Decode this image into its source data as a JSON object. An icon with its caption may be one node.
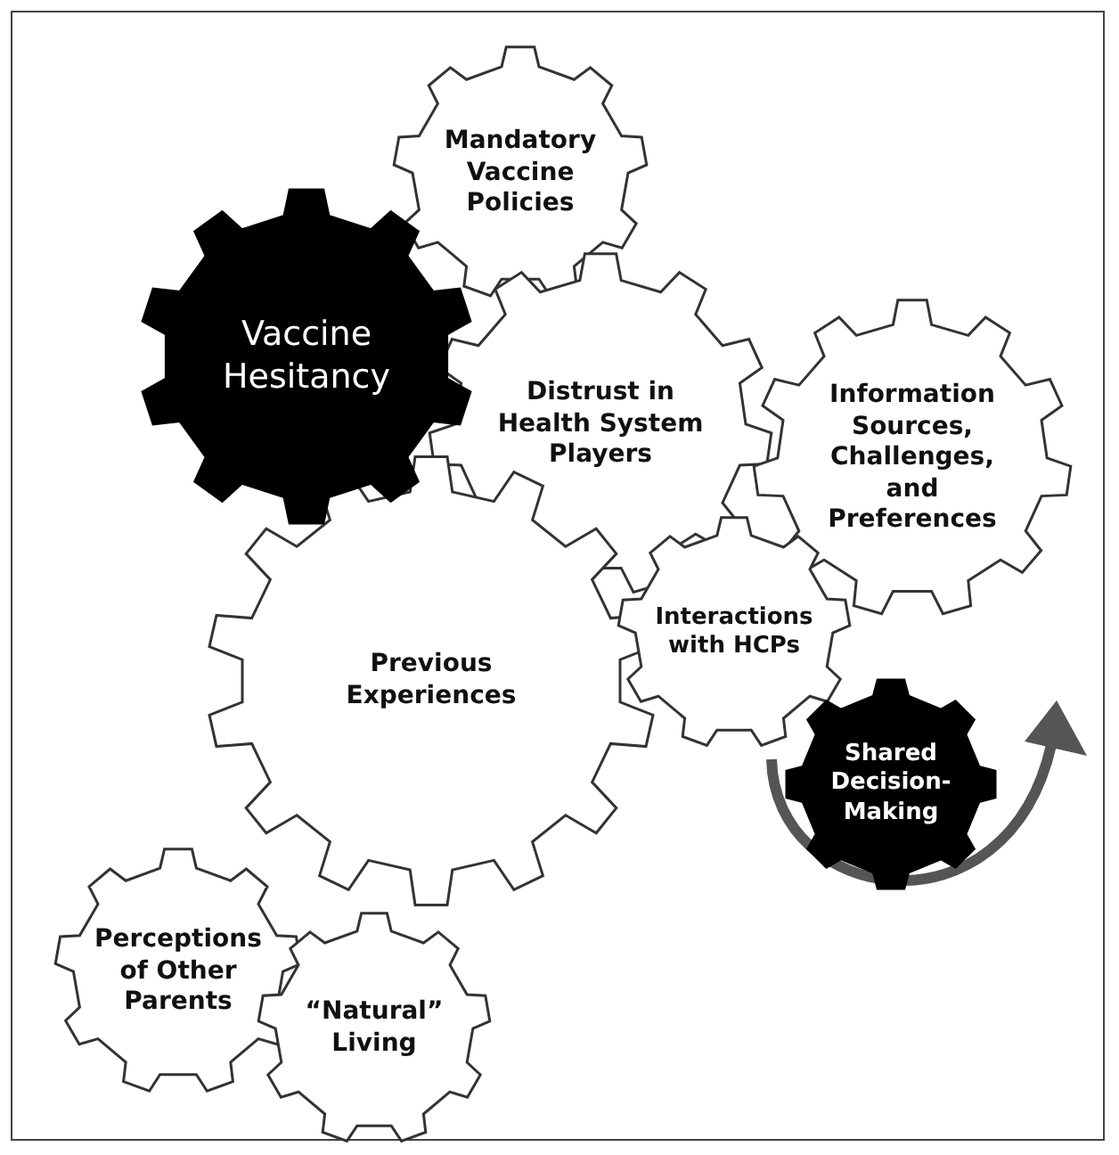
{
  "diagram": {
    "nodes": [
      {
        "text": [
          "Mandatory Vaccine Policies"
        ]
      },
      {
        "text": [
          "Vaccine Hesitancy"
        ]
      },
      {
        "text": [
          "Distrust in Health System Players"
        ]
      },
      {
        "text": [
          "Information Sources, Challenges, and Preferences"
        ]
      },
      {
        "text": [
          "Previous Experiences"
        ]
      },
      {
        "text": [
          "Interactions with HCPs"
        ]
      },
      {
        "text": [
          "Shared Decision-Making"
        ]
      },
      {
        "text": [
          "Perceptions of Other Parents"
        ]
      },
      {
        "text": [
          "“Natural” Living"
        ]
      }
    ],
    "edges": []
  }
}
